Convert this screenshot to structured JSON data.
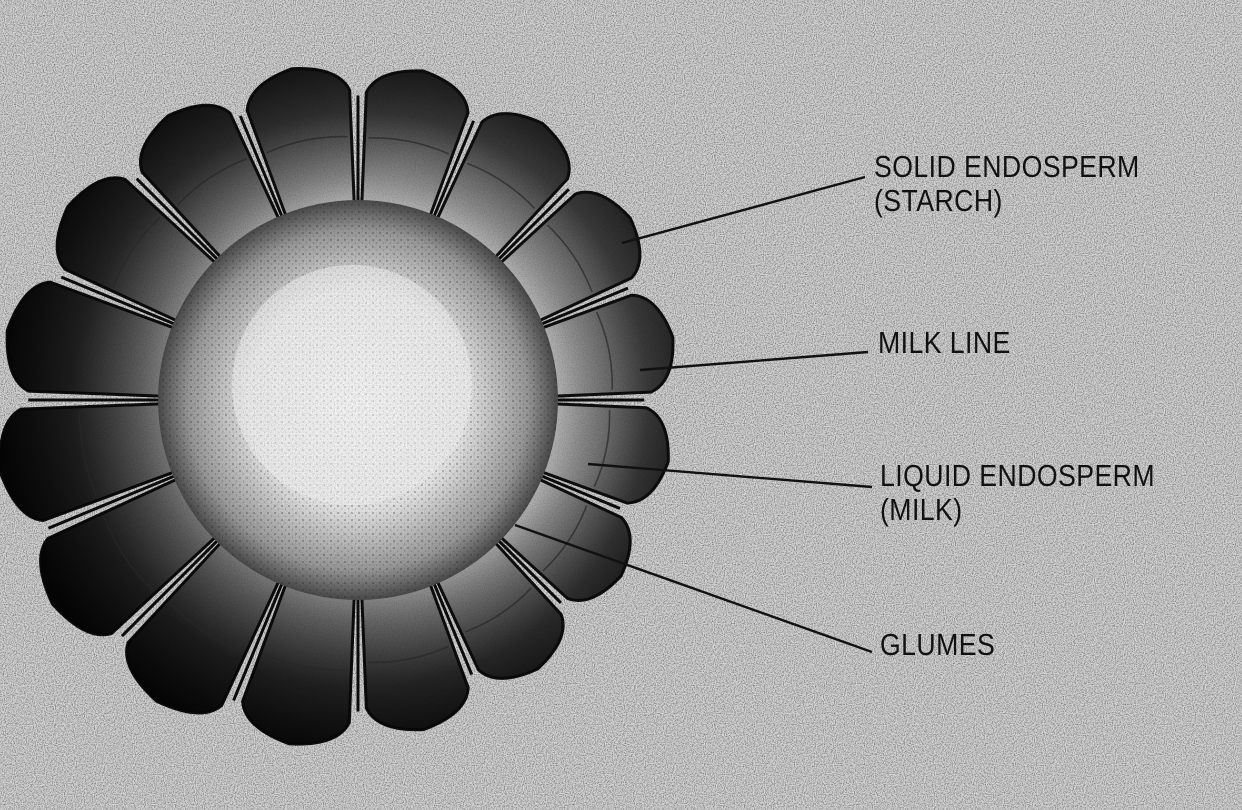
{
  "labels": {
    "solid_endosperm": {
      "line1": "SOLID ENDOSPERM",
      "line2": "(STARCH)"
    },
    "milk_line": {
      "line1": "MILK LINE"
    },
    "liquid_endosperm": {
      "line1": "LIQUID ENDOSPERM",
      "line2": "(MILK)"
    },
    "glumes": {
      "line1": "GLUMES"
    }
  },
  "colors": {
    "paper": "#d9d9d9",
    "ink": "#111111",
    "kernel_dark": "#1a1a1a",
    "kernel_mid": "#6e6e6e",
    "cob_center": "#f2f2f2"
  }
}
